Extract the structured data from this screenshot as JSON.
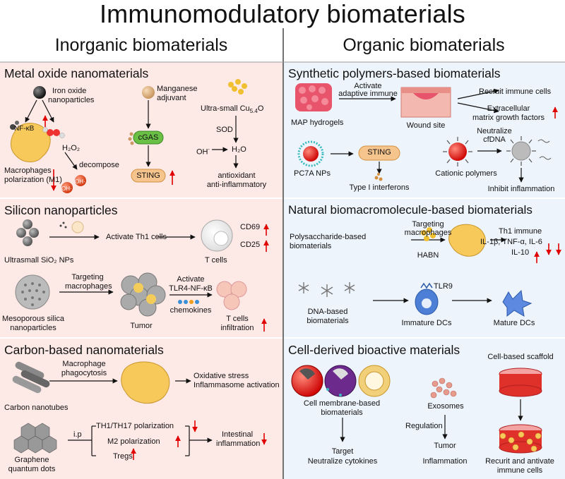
{
  "title": "Immunomodulatory biomaterials",
  "columns": {
    "left": "Inorganic biomaterials",
    "right": "Organic biomaterials"
  },
  "colors": {
    "arrow_red": "#e00000",
    "pink_bg": "#fde9e6",
    "blue_bg": "#eef4fb",
    "sting_fill": "#f6c48d",
    "cgas_fill": "#6abf45"
  },
  "metal": {
    "title": "Metal oxide nanomaterials",
    "iron": "Iron oxide",
    "nanoparticles": "nanoparticles",
    "nfkb": "NF-κB",
    "h2o2": "H₂O₂",
    "decompose": "decompose",
    "oh": "OH·",
    "macro1": "Macrophages",
    "macro2": "polarization (M1)",
    "mn1": "Manganese",
    "mn2": "adjuvant",
    "cgas": "cGAS",
    "sting": "STING",
    "cu": "Ultra-small Cu",
    "cu_sub": "5.4",
    "cu_o": "O",
    "sod": "SOD",
    "oh_minus": "OH",
    "h2o": "H₂O",
    "anti1": "antioxidant",
    "anti2": "anti-inflammatory"
  },
  "silicon": {
    "title": "Silicon nanoparticles",
    "ultrasmall": "Ultrasmall SiO₂ NPs",
    "th1": "Activate Th1 cells",
    "tcells": "T cells",
    "cd69": "CD69",
    "cd25": "CD25",
    "meso1": "Mesoporous silica",
    "meso2": "nanoparticles",
    "target1": "Targeting",
    "target2": "macrophages",
    "tumor": "Tumor",
    "activate": "Activate",
    "tlr4": "TLR4-NF-κB",
    "chemokines": "chemokines",
    "infil1": "T cells",
    "infil2": "infiltration"
  },
  "carbon": {
    "title": "Carbon-based nanomaterials",
    "nanotubes": "Carbon nanotubes",
    "mp1": "Macrophage",
    "mp2": "phagocytosis",
    "ox": "Oxidative stress",
    "infl": "Inflammasome activation",
    "ip": "i.p",
    "th17": "TH1/TH17 polarization",
    "m2": "M2 polarization",
    "tregs": "Tregs",
    "gq1": "Graphene",
    "gq2": "quantum dots",
    "int1": "Intestinal",
    "int2": "inflammation"
  },
  "synthetic": {
    "title": "Synthetic polymers-based biomaterials",
    "map": "MAP hydrogels",
    "act1": "Activate",
    "act2": "adaptive immune",
    "wound": "Wound site",
    "recruit": "Recruit immune cells",
    "ecm1": "Extracellular",
    "ecm2": "matrix growth factors",
    "pc7a": "PC7A NPs",
    "sting": "STING",
    "type1": "Type I interferons",
    "cationic": "Cationic polymers",
    "neu1": "Neutralize",
    "neu2": "cfDNA",
    "inhibit": "Inhibit inflammation"
  },
  "natural": {
    "title": "Natural biomacromolecule-based biomaterials",
    "poly1": "Polysaccharide-based",
    "poly2": "biomaterials",
    "target1": "Targeting",
    "target2": "macrophages",
    "habn": "HABN",
    "th1": "Th1 immune",
    "il1": "IL-1β, TNF-α, IL-6",
    "il10": "IL-10",
    "dna1": "DNA-based",
    "dna2": "biomaterials",
    "tlr9": "TLR9",
    "immature": "Immature DCs",
    "mature": "Mature DCs"
  },
  "cell": {
    "title": "Cell-derived bioactive materials",
    "cm1": "Cell membrane-based",
    "cm2": "biomaterials",
    "target": "Target",
    "neutralize": "Neutralize cytokines",
    "exosomes": "Exosomes",
    "regulation": "Regulation",
    "tumor": "Tumor",
    "inflammation": "Inflammation",
    "scaffold": "Cell-based scaffold",
    "recruit1": "Recurit and antivate",
    "recruit2": "immune cells"
  }
}
